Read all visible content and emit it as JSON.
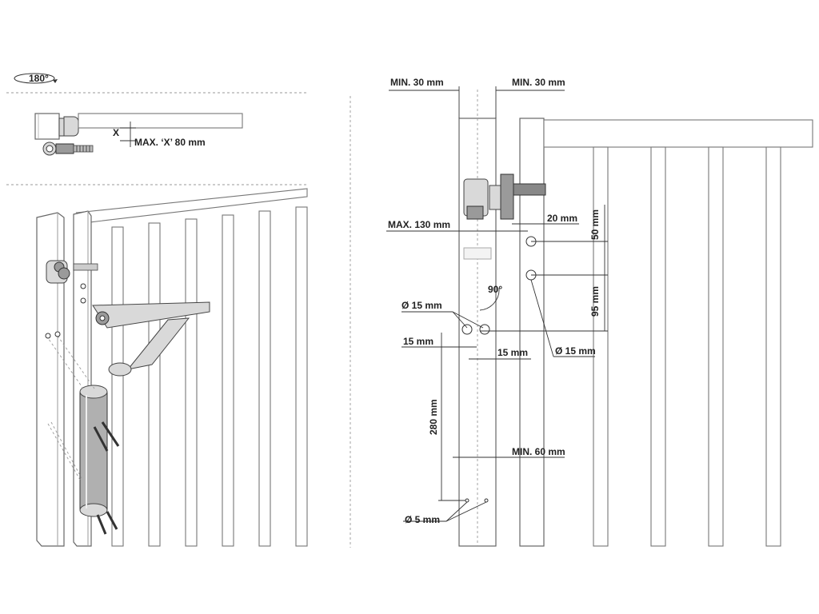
{
  "top_left": {
    "rotation_label": "180°",
    "max_x_label": "MAX. ‘X’ 80 mm",
    "x_marker": "X"
  },
  "right": {
    "min30_left": "MIN. 30 mm",
    "min30_right": "MIN. 30 mm",
    "max130": "MAX. 130 mm",
    "dim20": "20 mm",
    "dim50": "50 mm",
    "dim95": "95 mm",
    "angle90": "90°",
    "dia15_left": "Ø 15 mm",
    "dia15_right": "Ø 15 mm",
    "dim15_left": "15 mm",
    "dim15_right": "15 mm",
    "dim280": "280 mm",
    "min60": "MIN. 60 mm",
    "dia5": "Ø 5 mm"
  }
}
